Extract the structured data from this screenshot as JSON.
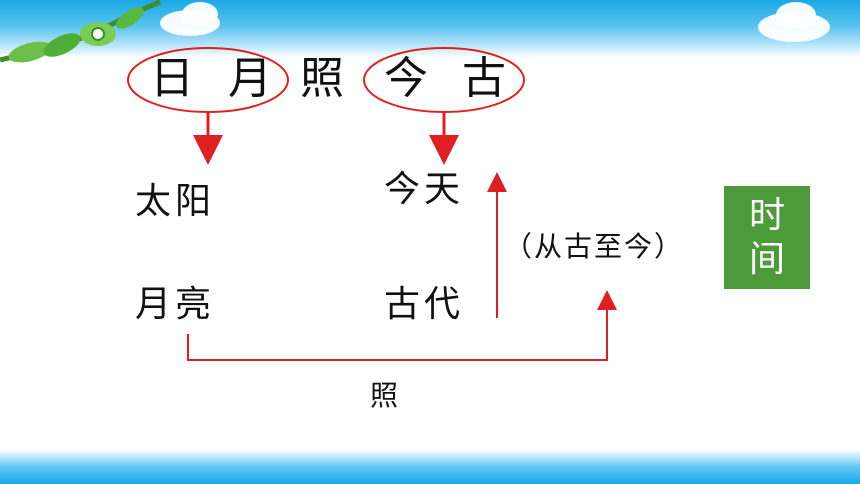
{
  "phrase": {
    "ri_yue": "日 月",
    "zhao": "照",
    "jin_gu": "今 古"
  },
  "meanings": {
    "taiyang": "太阳",
    "yueliang": "月亮",
    "jintian": "今天",
    "gudai": "古代",
    "cong_gu_zhi_jin": "（从古至今）",
    "zhao_bottom": "照"
  },
  "time_box": {
    "char1": "时",
    "char2": "间"
  },
  "colors": {
    "accent_red": "#e02020",
    "box_green": "#4d9a3a",
    "sky_blue": "#1aa8e6"
  }
}
